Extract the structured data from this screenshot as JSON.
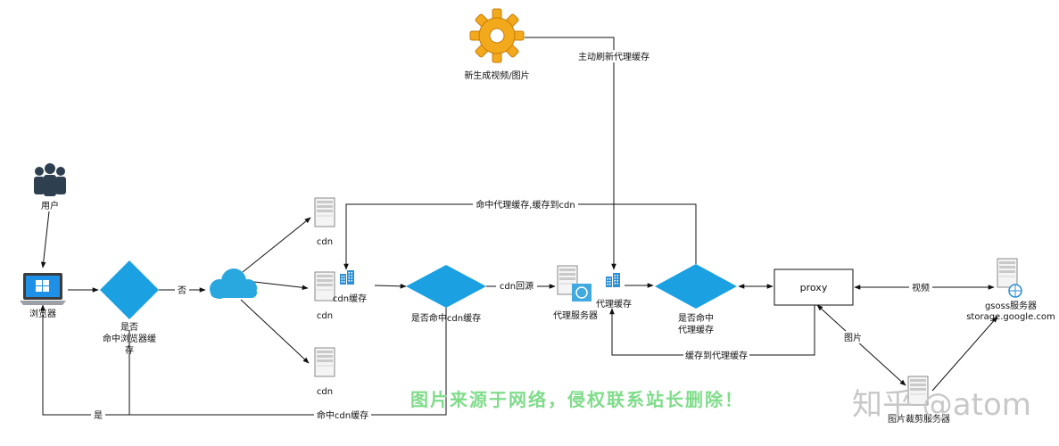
{
  "nodes": {
    "new_content": "新生成视频/图片",
    "user": "用户",
    "browser": "浏览器",
    "diamond_browser_cache": [
      "是否",
      "命中浏览器缓",
      "存"
    ],
    "cdn_top": "cdn",
    "cdn_mid": "cdn",
    "cdn_cache": "cdn缓存",
    "cdn_bottom": "cdn",
    "diamond_cdn_cache": "是否命中cdn缓存",
    "proxy_server": "代理服务器",
    "proxy_cache": "代理缓存",
    "diamond_proxy_cache": [
      "是否命中",
      "代理缓存"
    ],
    "proxy": "proxy",
    "gsoss_server": [
      "gsoss服务器",
      "storage.google.com"
    ],
    "image_crop_server": "图片裁剪服务器"
  },
  "edges": {
    "refresh_proxy_cache": "主动刷新代理缓存",
    "no": "否",
    "hit_proxy_cache_to_cdn": "命中代理缓存,缓存到cdn",
    "cdn_origin": "cdn回源",
    "video": "视频",
    "image": "图片",
    "cache_to_proxy": "缓存到代理缓存",
    "yes": "是",
    "hit_cdn_cache": "命中cdn缓存"
  },
  "watermarks": {
    "source_notice": "图片来源于网络，侵权联系站长删除！",
    "zhihu": "知乎 @atom"
  },
  "colors": {
    "diamond": "#1ba1e2",
    "line": "#111111",
    "cloud": "#29a8e0",
    "gear": "#f3a91c",
    "user": "#2e3f50",
    "watermark_green": "#7fdc8a"
  }
}
